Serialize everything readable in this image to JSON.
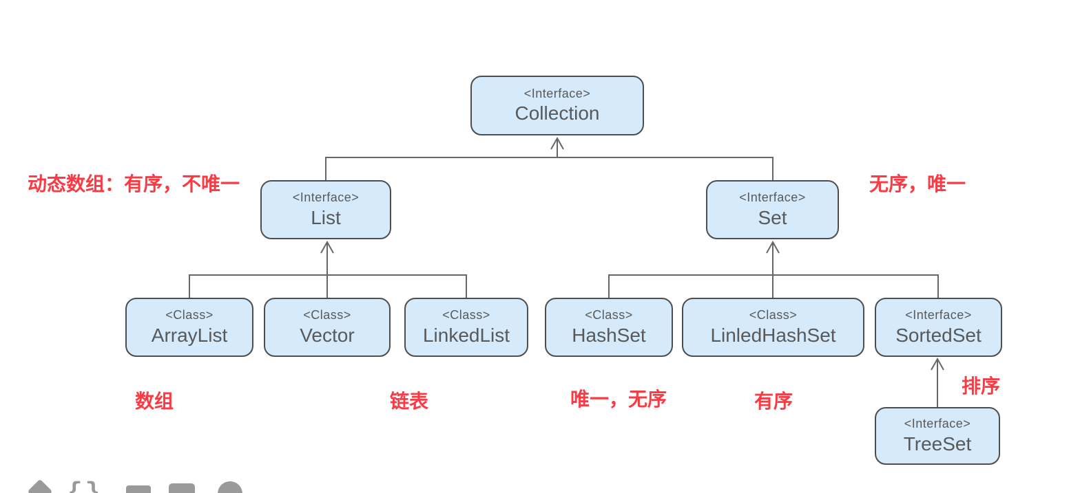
{
  "diagram": {
    "title_hint": "Java Collection hierarchy",
    "nodes": [
      {
        "id": "collection",
        "stereotype": "<Interface>",
        "name": "Collection"
      },
      {
        "id": "list",
        "stereotype": "<Interface>",
        "name": "List"
      },
      {
        "id": "set",
        "stereotype": "<Interface>",
        "name": "Set"
      },
      {
        "id": "arraylist",
        "stereotype": "<Class>",
        "name": "ArrayList"
      },
      {
        "id": "vector",
        "stereotype": "<Class>",
        "name": "Vector"
      },
      {
        "id": "linkedlist",
        "stereotype": "<Class>",
        "name": "LinkedList"
      },
      {
        "id": "hashset",
        "stereotype": "<Class>",
        "name": "HashSet"
      },
      {
        "id": "linledhashset",
        "stereotype": "<Class>",
        "name": "LinledHashSet"
      },
      {
        "id": "sortedset",
        "stereotype": "<Interface>",
        "name": "SortedSet"
      },
      {
        "id": "treeset",
        "stereotype": "<Interface>",
        "name": "TreeSet"
      }
    ],
    "edges": [
      {
        "from": "list",
        "to": "collection"
      },
      {
        "from": "set",
        "to": "collection"
      },
      {
        "from": "arraylist",
        "to": "list"
      },
      {
        "from": "vector",
        "to": "list"
      },
      {
        "from": "linkedlist",
        "to": "list"
      },
      {
        "from": "hashset",
        "to": "set"
      },
      {
        "from": "linledhashset",
        "to": "set"
      },
      {
        "from": "sortedset",
        "to": "set"
      },
      {
        "from": "treeset",
        "to": "sortedset"
      }
    ],
    "annotations": [
      {
        "id": "list-note",
        "text": "动态数组：有序，不唯一"
      },
      {
        "id": "set-note",
        "text": "无序，唯一"
      },
      {
        "id": "arraylist-note",
        "text": "数组"
      },
      {
        "id": "linkedlist-note",
        "text": "链表"
      },
      {
        "id": "hashset-note",
        "text": "唯一，无序"
      },
      {
        "id": "linledhashset-note",
        "text": "有序"
      },
      {
        "id": "treeset-note",
        "text": "排序"
      }
    ],
    "colors": {
      "node_fill": "#d5eafa",
      "node_border": "#4d4d4d",
      "node_text": "#595959",
      "annotation_red": "#fa3b44",
      "connector_gray": "#666666",
      "toolbar_icon_gray": "#9a9a9a"
    }
  },
  "toolbar": {
    "icons": [
      "pen-nib",
      "code-braces",
      "bar-shape",
      "rectangle-shape",
      "circle-shape"
    ]
  }
}
